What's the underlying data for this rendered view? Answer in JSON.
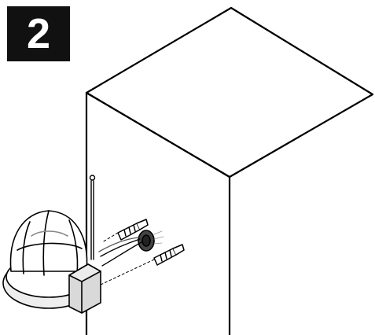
{
  "step": {
    "number": "2"
  },
  "colors": {
    "badge": "#111111",
    "line": "#000000",
    "fill": "#ffffff",
    "shade": "#d9d9d9"
  },
  "illustration": {
    "parts": [
      "pillar",
      "flashing-lamp",
      "antenna",
      "cable-grommet",
      "wall-plug",
      "wall-plug",
      "wires",
      "mounting-bracket"
    ]
  }
}
